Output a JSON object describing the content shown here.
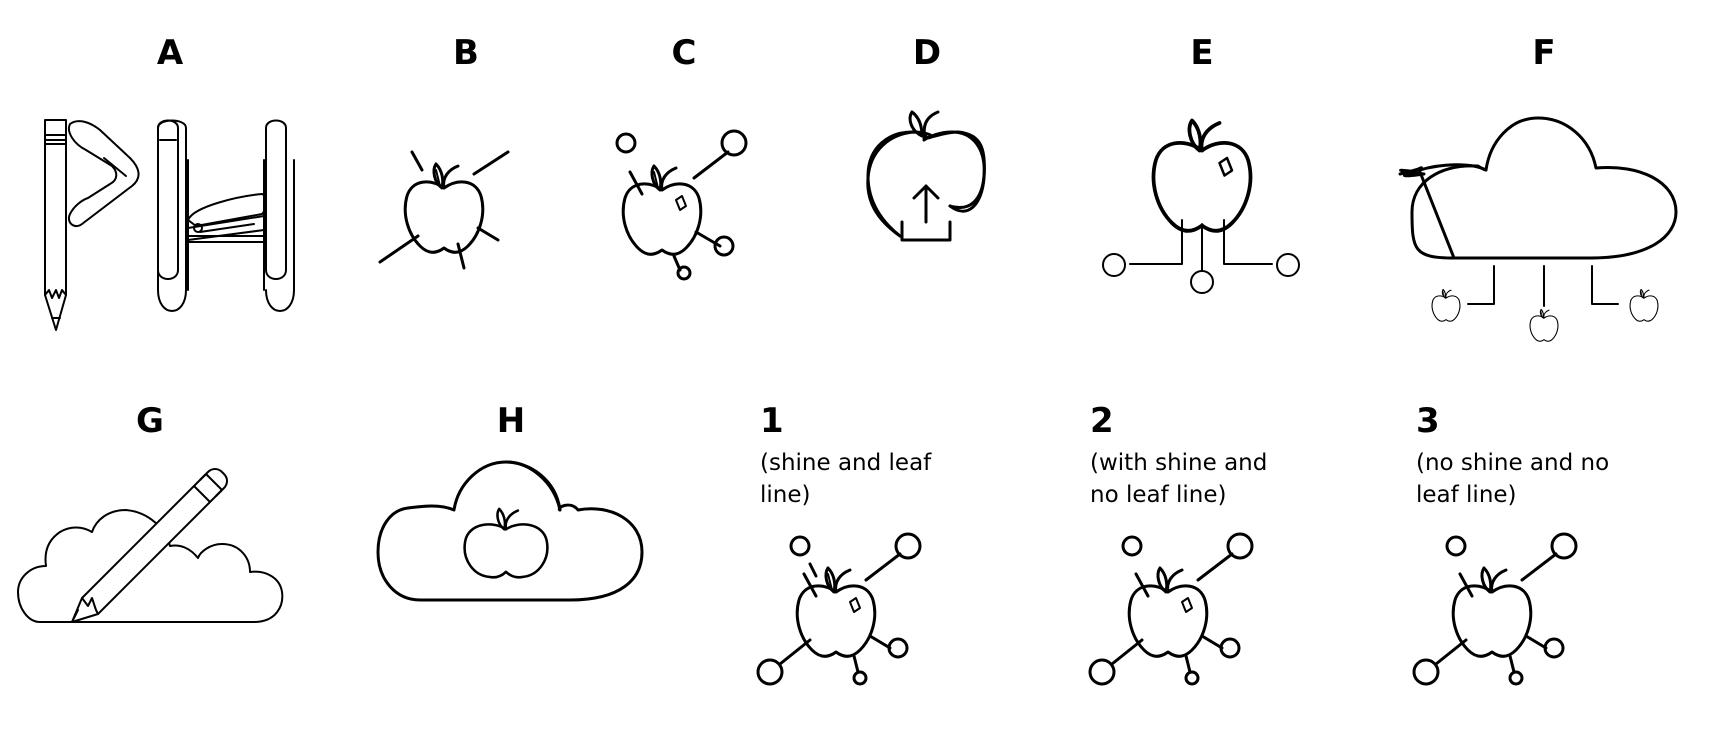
{
  "labels": {
    "a": "A",
    "b": "B",
    "c": "C",
    "d": "D",
    "e": "E",
    "f": "F",
    "g": "G",
    "h": "H",
    "one": "1",
    "two": "2",
    "three": "3"
  },
  "captions": {
    "one": "(shine and leaf line)",
    "two": "(with shine and no leaf line)",
    "three": "(no shine and no leaf line)"
  },
  "icons": {
    "a": "pencil-pin-clip-stapler-icon",
    "b": "apple-crossed-lines-icon",
    "c": "apple-network-icon",
    "d": "apple-upload-icon",
    "e": "apple-connections-icon",
    "f": "cloud-apples-icon",
    "g": "cloud-pencil-icon",
    "h": "cloud-apple-icon",
    "one": "apple-network-shine-leaf-line-icon",
    "two": "apple-network-shine-icon",
    "three": "apple-network-plain-icon"
  },
  "colors": {
    "stroke": "#000000",
    "background": "#ffffff"
  }
}
